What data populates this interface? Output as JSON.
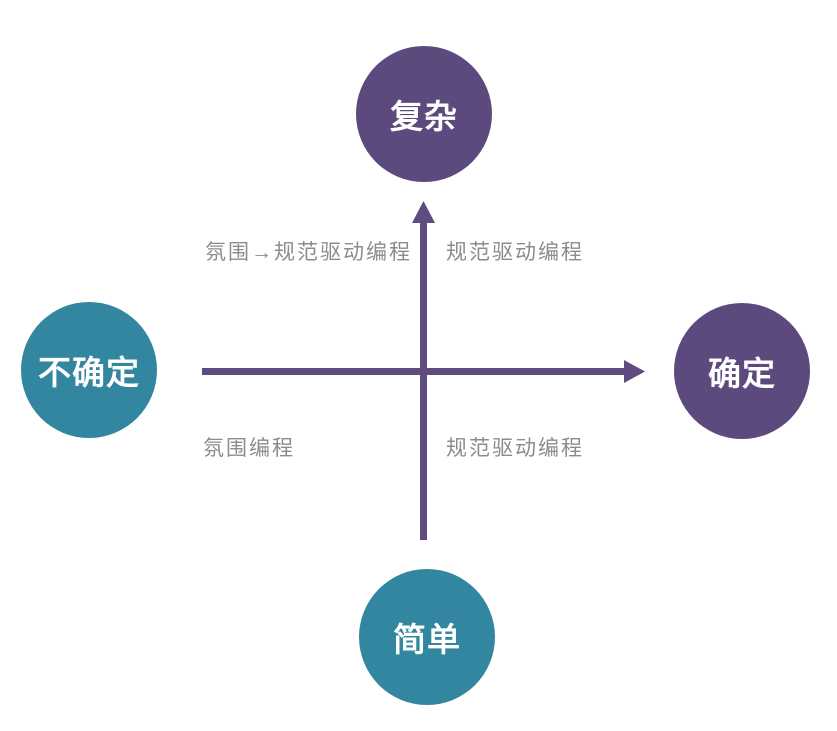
{
  "diagram": {
    "type": "quadrant-axis-diagram",
    "nodes": {
      "top": {
        "label": "复杂"
      },
      "bottom": {
        "label": "简单"
      },
      "left": {
        "label": "不确定"
      },
      "right": {
        "label": "确定"
      }
    },
    "quadrants": {
      "top_left": "氛围→规范驱动编程",
      "top_right": "规范驱动编程",
      "bottom_left": "氛围编程",
      "bottom_right": "规范驱动编程"
    }
  },
  "colors": {
    "purple": "#5c4a7e",
    "teal": "#32869f",
    "axis": "#5e4b7f",
    "quadrant_text": "#8c8c8c",
    "node_text": "#ffffff",
    "background": "#ffffff"
  }
}
